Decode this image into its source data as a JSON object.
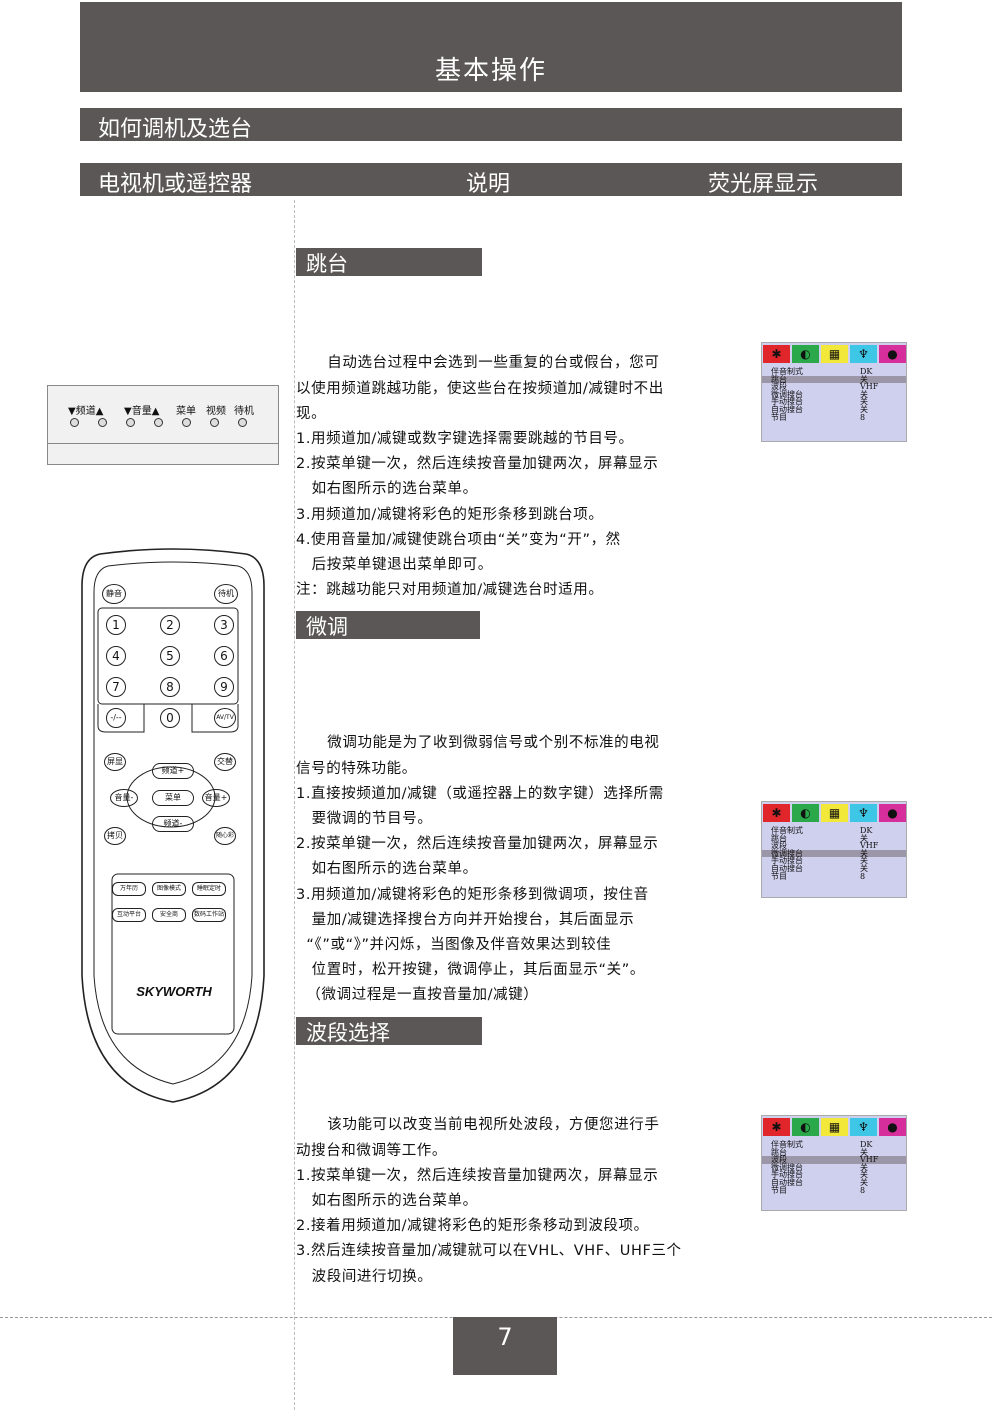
{
  "header": {
    "title": "基本操作"
  },
  "section": {
    "title": "如何调机及选台"
  },
  "columns": {
    "left": "电视机或遥控器",
    "mid": "说明",
    "right": "荧光屏显示"
  },
  "panel": {
    "labels": [
      "▼频道▲",
      "▼音量▲",
      "菜单",
      "视频",
      "待机"
    ]
  },
  "remote": {
    "mute": "静音",
    "standby": "待机",
    "digits": [
      "1",
      "2",
      "3",
      "4",
      "5",
      "6",
      "7",
      "8",
      "9",
      "0"
    ],
    "dash": "-/--",
    "av": "AV/TV",
    "display": "屏显",
    "swap": "交替",
    "ch_up": "频道+",
    "ch_down": "频道-",
    "vol_down": "音量-",
    "vol_up": "音量+",
    "menu": "菜单",
    "copy": "拷贝",
    "sleep": "随心彩",
    "func_row1": [
      "万年历",
      "图像模式",
      "睡眠定时"
    ],
    "func_row2": [
      "互动平台",
      "安全商",
      "数码工作站"
    ],
    "brand": "SKYWORTH"
  },
  "blocks": [
    {
      "heading": "跳台",
      "lines": [
        "      自动选台过程中会选到一些重复的台或假台，您可",
        "以使用频道跳越功能，使这些台在按频道加/减键时不出",
        "现。",
        "1.用频道加/减键或数字键选择需要跳越的节目号。",
        "2.按菜单键一次，然后连续按音量加键两次，屏幕显示",
        "   如右图所示的选台菜单。",
        "3.用频道加/减键将彩色的矩形条移到跳台项。",
        "4.使用音量加/减键使跳台项由“关”变为“开”，然",
        "   后按菜单键退出菜单即可。",
        "注：跳越功能只对用频道加/减键选台时适用。"
      ]
    },
    {
      "heading": "微调",
      "lines": [
        "      微调功能是为了收到微弱信号或个别不标准的电视",
        "信号的特殊功能。",
        "1.直接按频道加/减键（或遥控器上的数字键）选择所需",
        "   要微调的节目号。",
        "2.按菜单键一次，然后连续按音量加键两次，屏幕显示",
        "   如右图所示的选台菜单。",
        "3.用频道加/减键将彩色的矩形条移到微调项，按住音",
        "   量加/减键选择搜台方向并开始搜台，其后面显示",
        "  “《”或“》”并闪烁，当图像及伴音效果达到较佳",
        "   位置时，松开按键，微调停止，其后面显示“关”。",
        "  （微调过程是一直按音量加/减键）"
      ]
    },
    {
      "heading": "波段选择",
      "lines": [
        "      该功能可以改变当前电视所处波段，方便您进行手",
        "动搜台和微调等工作。",
        "1.按菜单键一次，然后连续按音量加键两次，屏幕显示",
        "   如右图所示的选台菜单。",
        "2.接着用频道加/减键将彩色的矩形条移动到波段项。",
        "3.然后连续按音量加/减键就可以在VHL、VHF、UHF三个",
        "   波段间进行切换。"
      ]
    }
  ],
  "menus": [
    {
      "rows": [
        [
          "伴音制式",
          "DK"
        ],
        [
          "跳台",
          "关"
        ],
        [
          "波段",
          "VHF"
        ],
        [
          "微调搜台",
          "关"
        ],
        [
          "手动搜台",
          "关"
        ],
        [
          "自动搜台",
          "关"
        ],
        [
          "节目",
          "8"
        ]
      ],
      "selected": 1
    },
    {
      "rows": [
        [
          "伴音制式",
          "DK"
        ],
        [
          "跳台",
          "关"
        ],
        [
          "波段",
          "VHF"
        ],
        [
          "微调搜台",
          "关"
        ],
        [
          "手动搜台",
          "关"
        ],
        [
          "自动搜台",
          "关"
        ],
        [
          "节目",
          "8"
        ]
      ],
      "selected": 3
    },
    {
      "rows": [
        [
          "伴音制式",
          "DK"
        ],
        [
          "跳台",
          "关"
        ],
        [
          "波段",
          "VHF"
        ],
        [
          "微调搜台",
          "关"
        ],
        [
          "手动搜台",
          "关"
        ],
        [
          "自动搜台",
          "关"
        ],
        [
          "节目",
          "8"
        ]
      ],
      "selected": 2
    }
  ],
  "menu_icon_colors": [
    "#e0252b",
    "#2aa84a",
    "#f2e83a",
    "#3ec6e6",
    "#d62e9a"
  ],
  "footer": {
    "page": "7"
  }
}
